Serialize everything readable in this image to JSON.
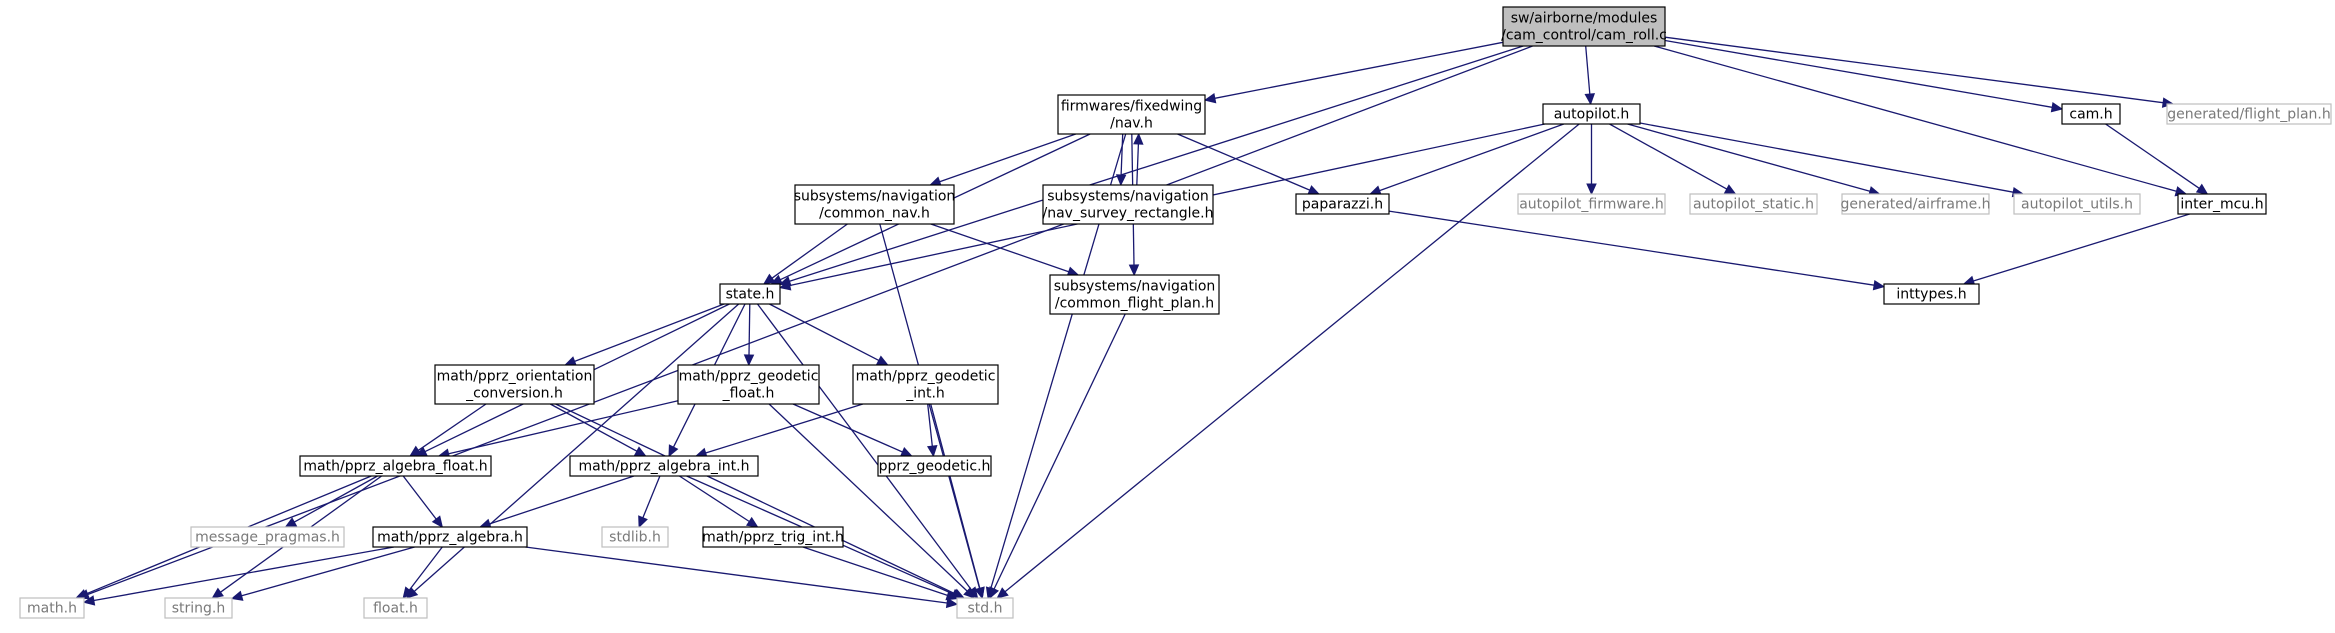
{
  "diagram": {
    "type": "include-dependency-graph",
    "nodes": [
      {
        "id": "root",
        "lines": [
          "sw/airborne/modules",
          "/cam_control/cam_roll.c"
        ],
        "style": "root"
      },
      {
        "id": "nav",
        "lines": [
          "firmwares/fixedwing",
          "/nav.h"
        ],
        "style": "solid"
      },
      {
        "id": "autopilot",
        "lines": [
          "autopilot.h"
        ],
        "style": "solid"
      },
      {
        "id": "cam",
        "lines": [
          "cam.h"
        ],
        "style": "solid"
      },
      {
        "id": "flight_plan",
        "lines": [
          "generated/flight_plan.h"
        ],
        "style": "ghost"
      },
      {
        "id": "common_nav",
        "lines": [
          "subsystems/navigation",
          "/common_nav.h"
        ],
        "style": "solid"
      },
      {
        "id": "nav_survey",
        "lines": [
          "subsystems/navigation",
          "/nav_survey_rectangle.h"
        ],
        "style": "solid"
      },
      {
        "id": "paparazzi",
        "lines": [
          "paparazzi.h"
        ],
        "style": "solid"
      },
      {
        "id": "autopilot_firmware",
        "lines": [
          "autopilot_firmware.h"
        ],
        "style": "ghost"
      },
      {
        "id": "autopilot_static",
        "lines": [
          "autopilot_static.h"
        ],
        "style": "ghost"
      },
      {
        "id": "airframe",
        "lines": [
          "generated/airframe.h"
        ],
        "style": "ghost"
      },
      {
        "id": "autopilot_utils",
        "lines": [
          "autopilot_utils.h"
        ],
        "style": "ghost"
      },
      {
        "id": "inter_mcu",
        "lines": [
          "inter_mcu.h"
        ],
        "style": "solid"
      },
      {
        "id": "state",
        "lines": [
          "state.h"
        ],
        "style": "solid"
      },
      {
        "id": "common_flight_plan",
        "lines": [
          "subsystems/navigation",
          "/common_flight_plan.h"
        ],
        "style": "solid"
      },
      {
        "id": "inttypes",
        "lines": [
          "inttypes.h"
        ],
        "style": "solid"
      },
      {
        "id": "orientation",
        "lines": [
          "math/pprz_orientation",
          "_conversion.h"
        ],
        "style": "solid"
      },
      {
        "id": "geodetic_float",
        "lines": [
          "math/pprz_geodetic",
          "_float.h"
        ],
        "style": "solid"
      },
      {
        "id": "geodetic_int",
        "lines": [
          "math/pprz_geodetic",
          "_int.h"
        ],
        "style": "solid"
      },
      {
        "id": "algebra_float",
        "lines": [
          "math/pprz_algebra_float.h"
        ],
        "style": "solid"
      },
      {
        "id": "algebra_int",
        "lines": [
          "math/pprz_algebra_int.h"
        ],
        "style": "solid"
      },
      {
        "id": "pprz_geodetic",
        "lines": [
          "pprz_geodetic.h"
        ],
        "style": "solid"
      },
      {
        "id": "message_pragmas",
        "lines": [
          "message_pragmas.h"
        ],
        "style": "ghost"
      },
      {
        "id": "algebra",
        "lines": [
          "math/pprz_algebra.h"
        ],
        "style": "solid"
      },
      {
        "id": "stdlib",
        "lines": [
          "stdlib.h"
        ],
        "style": "ghost"
      },
      {
        "id": "trig_int",
        "lines": [
          "math/pprz_trig_int.h"
        ],
        "style": "solid"
      },
      {
        "id": "math",
        "lines": [
          "math.h"
        ],
        "style": "ghost"
      },
      {
        "id": "string",
        "lines": [
          "string.h"
        ],
        "style": "ghost"
      },
      {
        "id": "float",
        "lines": [
          "float.h"
        ],
        "style": "ghost"
      },
      {
        "id": "std",
        "lines": [
          "std.h"
        ],
        "style": "ghost"
      }
    ],
    "edges": [
      {
        "from": "root",
        "to": "math"
      },
      {
        "from": "root",
        "to": "state"
      },
      {
        "from": "root",
        "to": "nav"
      },
      {
        "from": "root",
        "to": "autopilot"
      },
      {
        "from": "root",
        "to": "cam"
      },
      {
        "from": "root",
        "to": "flight_plan"
      },
      {
        "from": "root",
        "to": "inter_mcu"
      },
      {
        "from": "nav",
        "to": "state"
      },
      {
        "from": "nav",
        "to": "common_nav"
      },
      {
        "from": "nav",
        "to": "nav_survey"
      },
      {
        "from": "nav_survey",
        "to": "nav"
      },
      {
        "from": "nav",
        "to": "common_flight_plan"
      },
      {
        "from": "nav",
        "to": "paparazzi"
      },
      {
        "from": "nav",
        "to": "std"
      },
      {
        "from": "autopilot",
        "to": "paparazzi"
      },
      {
        "from": "autopilot",
        "to": "state"
      },
      {
        "from": "autopilot",
        "to": "std"
      },
      {
        "from": "autopilot",
        "to": "autopilot_firmware"
      },
      {
        "from": "autopilot",
        "to": "autopilot_static"
      },
      {
        "from": "autopilot",
        "to": "airframe"
      },
      {
        "from": "autopilot",
        "to": "autopilot_utils"
      },
      {
        "from": "cam",
        "to": "inter_mcu"
      },
      {
        "from": "inter_mcu",
        "to": "inttypes"
      },
      {
        "from": "paparazzi",
        "to": "inttypes"
      },
      {
        "from": "common_nav",
        "to": "state"
      },
      {
        "from": "common_nav",
        "to": "common_flight_plan"
      },
      {
        "from": "common_nav",
        "to": "std"
      },
      {
        "from": "common_flight_plan",
        "to": "std"
      },
      {
        "from": "state",
        "to": "orientation"
      },
      {
        "from": "state",
        "to": "geodetic_float"
      },
      {
        "from": "state",
        "to": "geodetic_int"
      },
      {
        "from": "state",
        "to": "algebra_float"
      },
      {
        "from": "state",
        "to": "algebra_int"
      },
      {
        "from": "state",
        "to": "float"
      },
      {
        "from": "state",
        "to": "std"
      },
      {
        "from": "orientation",
        "to": "algebra_float"
      },
      {
        "from": "orientation",
        "to": "algebra_int"
      },
      {
        "from": "orientation",
        "to": "std"
      },
      {
        "from": "geodetic_float",
        "to": "algebra_float"
      },
      {
        "from": "geodetic_float",
        "to": "pprz_geodetic"
      },
      {
        "from": "geodetic_float",
        "to": "std"
      },
      {
        "from": "geodetic_int",
        "to": "algebra_int"
      },
      {
        "from": "geodetic_int",
        "to": "pprz_geodetic"
      },
      {
        "from": "geodetic_int",
        "to": "std"
      },
      {
        "from": "algebra_float",
        "to": "message_pragmas"
      },
      {
        "from": "algebra_float",
        "to": "algebra"
      },
      {
        "from": "algebra_float",
        "to": "math"
      },
      {
        "from": "algebra_float",
        "to": "string"
      },
      {
        "from": "algebra_int",
        "to": "algebra"
      },
      {
        "from": "algebra_int",
        "to": "stdlib"
      },
      {
        "from": "algebra_int",
        "to": "trig_int"
      },
      {
        "from": "algebra_int",
        "to": "std"
      },
      {
        "from": "algebra",
        "to": "math"
      },
      {
        "from": "algebra",
        "to": "string"
      },
      {
        "from": "algebra",
        "to": "float"
      },
      {
        "from": "algebra",
        "to": "std"
      },
      {
        "from": "trig_int",
        "to": "std"
      }
    ]
  }
}
